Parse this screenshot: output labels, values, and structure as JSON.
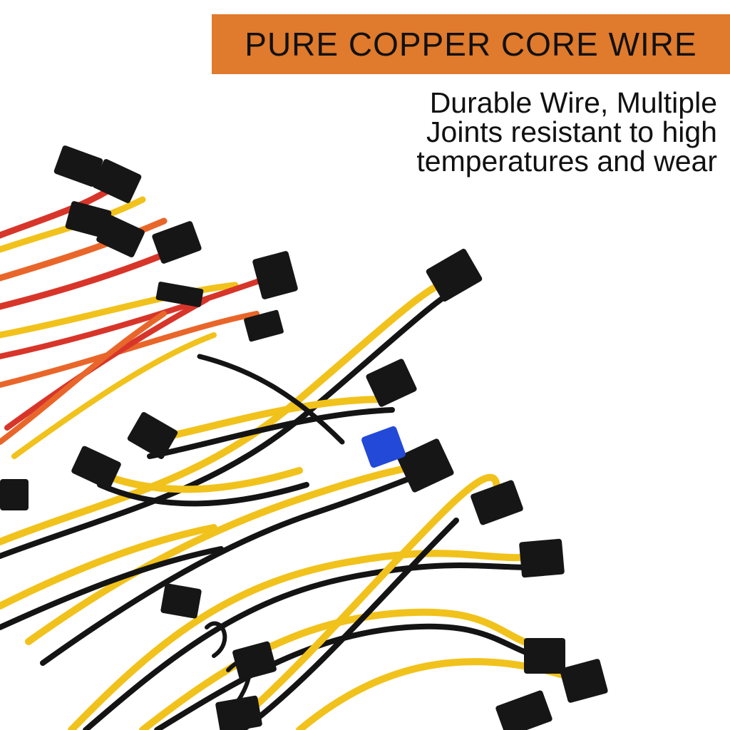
{
  "banner": {
    "text": "PURE COPPER CORE WIRE"
  },
  "description": {
    "lines": [
      "Durable Wire,  Multiple",
      "Joints resistant to high",
      "temperatures and wear"
    ]
  },
  "photo": {
    "subject": "power supply modular cables",
    "colors": {
      "yellow": "#f1c21b",
      "black": "#141414",
      "red": "#d8352a",
      "orange": "#e9662a",
      "blue": "#2349d8",
      "banner": "#e07a2c"
    }
  }
}
